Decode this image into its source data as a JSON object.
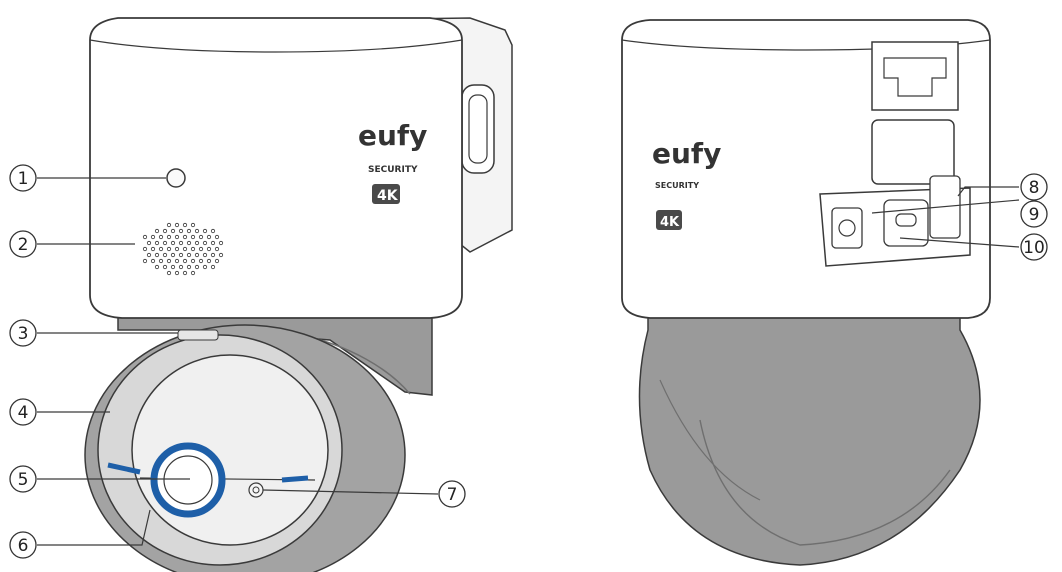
{
  "front_view": {
    "logo": {
      "brand": "eufy",
      "sub": "SECURITY",
      "badge": "4K"
    },
    "callouts": [
      "1",
      "2",
      "3",
      "4",
      "5",
      "6",
      "7"
    ]
  },
  "rear_view": {
    "logo": {
      "brand": "eufy",
      "sub": "SECURITY",
      "badge": "4K"
    },
    "callouts": [
      "8",
      "9",
      "10"
    ]
  },
  "colors": {
    "body": "#ffffff",
    "outline": "#3a3a3a",
    "dome": "#9a9a9a",
    "dome_dark": "#8a8a8a",
    "lens_ring": "#1e5fa8",
    "light_ring": "#d8d8d8",
    "badge_bg": "#4a4a4a"
  }
}
